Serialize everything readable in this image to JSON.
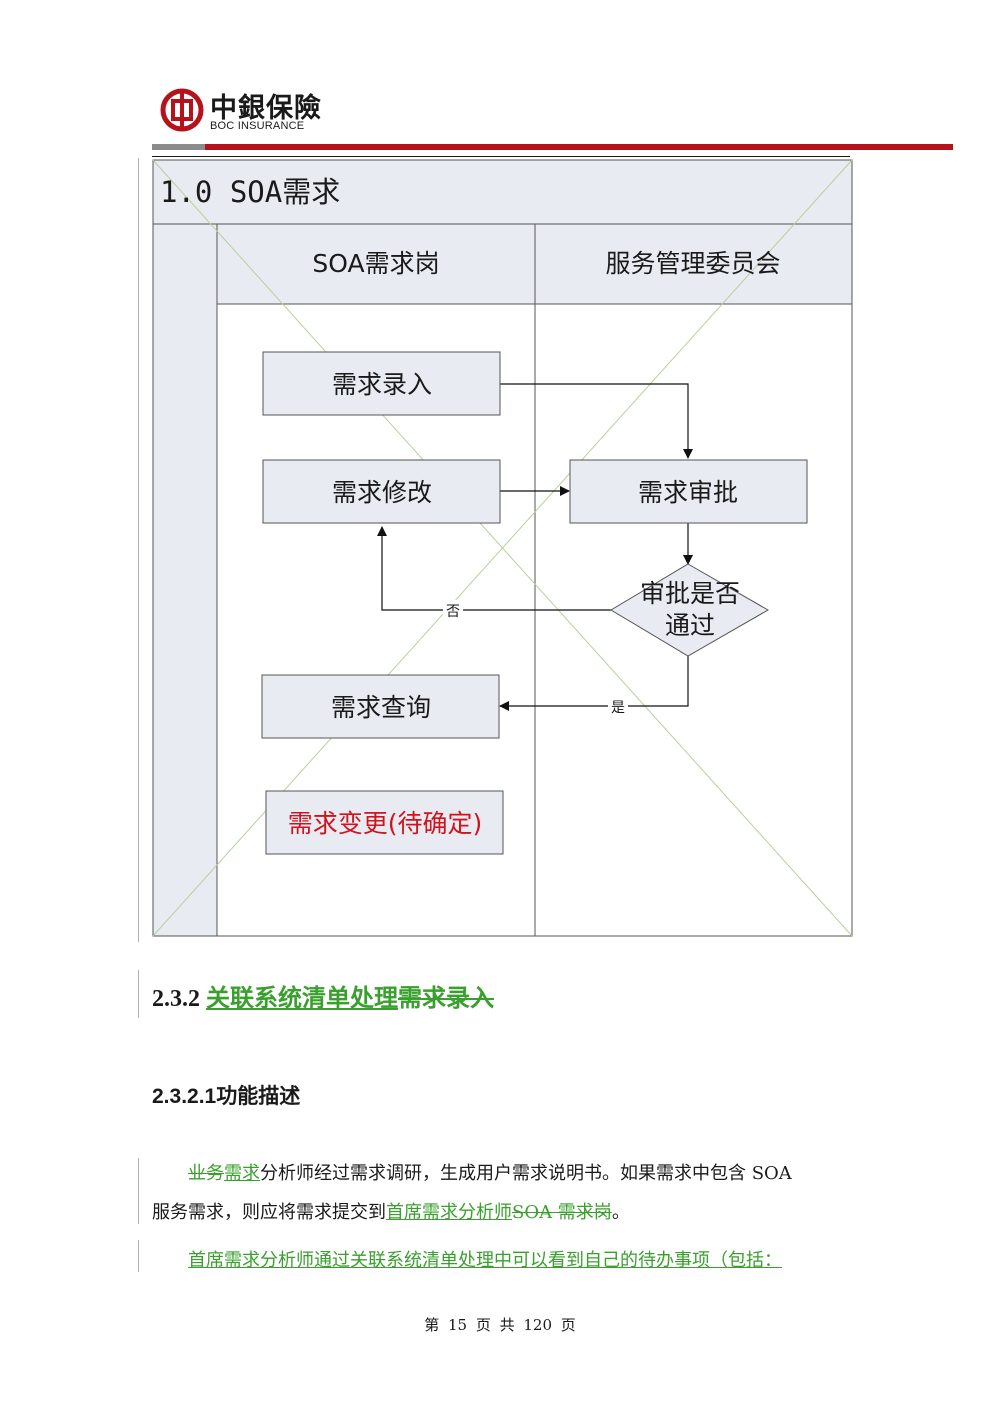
{
  "header": {
    "logo_cn": "中銀保險",
    "logo_en": "BOC INSURANCE"
  },
  "diagram": {
    "title": "1.0 SOA需求",
    "lanes": [
      "SOA需求岗",
      "服务管理委员会"
    ],
    "boxes": {
      "entry": "需求录入",
      "modify": "需求修改",
      "approve": "需求审批",
      "decision_line1": "审批是否",
      "decision_line2": "通过",
      "query": "需求查询",
      "change": "需求变更(待确定)"
    },
    "labels": {
      "no": "否",
      "yes": "是"
    },
    "colors": {
      "box_fill": "#e9ebf3",
      "grid_fill": "#e9ebf3",
      "cross_line": "#b7d19a",
      "red": "#d0131d"
    }
  },
  "section": {
    "number": "2.3.2",
    "title_inserted": "关联系统清单处理",
    "title_deleted": "需求录入",
    "subsection": "2.3.2.1功能描述"
  },
  "paragraph1": {
    "deleted_1": "业务",
    "inserted_1": "需求",
    "text_1": "分析师经过需求调研，生成用户需求说明书。如果需求中包含 SOA",
    "text_2": "服务需求，则应将需求提交到",
    "inserted_2": "首席需求分析师",
    "deleted_2": "SOA 需求岗",
    "text_3": "。"
  },
  "paragraph2": {
    "inserted": "首席需求分析师通过关联系统清单处理中可以看到自己的待办事项（包括："
  },
  "footer": {
    "text": "第 15 页 共 120 页"
  }
}
